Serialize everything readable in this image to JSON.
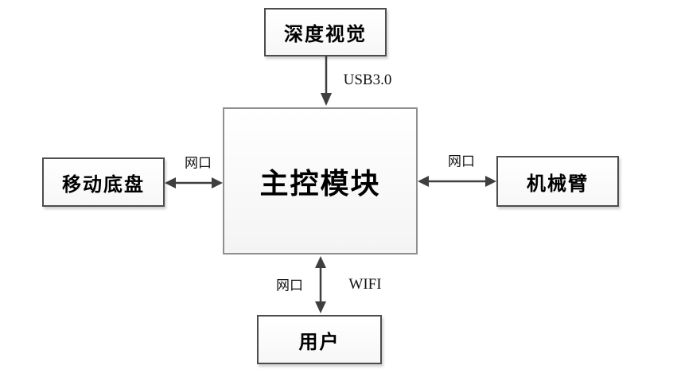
{
  "diagram": {
    "title": "robot-system-block-diagram",
    "colors": {
      "background": "#ffffff",
      "arrow": "#3f3f3f",
      "box_border": "#4d4d4d",
      "main_box_border": "#8f8f8f",
      "box_fill": "#f7f7f7",
      "text": "#000000"
    },
    "nodes": {
      "vision": {
        "label": "深度视觉"
      },
      "main": {
        "label": "主控模块"
      },
      "chassis": {
        "label": "移动底盘"
      },
      "arm": {
        "label": "机械臂"
      },
      "user": {
        "label": "用户"
      }
    },
    "edges": {
      "usb": {
        "label": "USB3.0",
        "from": "vision",
        "to": "main",
        "direction": "one-way-down"
      },
      "net_left": {
        "label": "网口",
        "from": "chassis",
        "to": "main",
        "direction": "two-way"
      },
      "net_right": {
        "label": "网口",
        "from": "main",
        "to": "arm",
        "direction": "two-way"
      },
      "user_link": {
        "label_left": "网口",
        "label_right": "WIFI",
        "from": "main",
        "to": "user",
        "direction": "two-way"
      }
    }
  }
}
